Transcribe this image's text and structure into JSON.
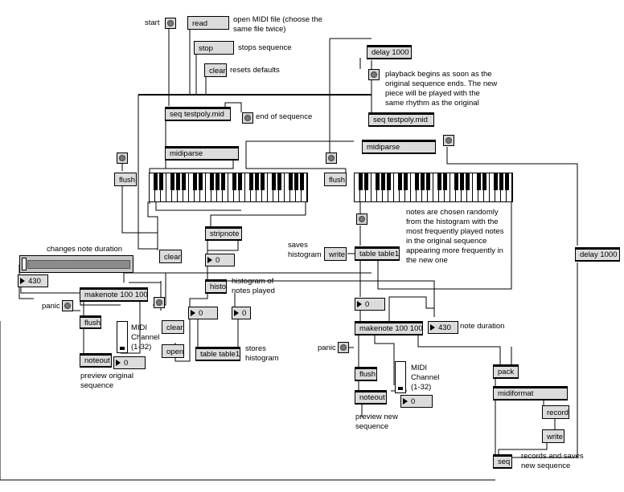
{
  "objects": {
    "seq1": "seq testpoly.mid",
    "seq2": "seq testpoly.mid",
    "midiparse1": "midiparse",
    "midiparse2": "midiparse",
    "read": "read",
    "stop": "stop",
    "clear_top": "clear",
    "delay_top": "delay 1000",
    "delay_right": "delay 1000",
    "flush1": "flush",
    "flush2": "flush",
    "flush3": "flush",
    "flush4": "flush",
    "stripnote": "stripnote",
    "clear_mid": "clear",
    "clear_histo": "clear",
    "histo": "histo",
    "table_left": "table table1",
    "table_right": "table table1",
    "open": "open",
    "write_hist": "write",
    "makenote1": "makenote 100 100",
    "makenote2": "makenote 100 100",
    "noteout1": "noteout",
    "noteout2": "noteout",
    "pack": "pack",
    "midiformat": "midiformat",
    "record": "record",
    "write_seq": "write",
    "seq3": "seq"
  },
  "numbers": {
    "dur_left": "430",
    "dur_right": "430",
    "stripnote_out": "0",
    "histo_out1": "0",
    "histo_out2": "0",
    "table_out": "0",
    "chan_left": "0",
    "chan_right": "0"
  },
  "levels": {
    "duration_slider": 0.0,
    "channel_slider_left": 0.1,
    "channel_slider_right": 0.1
  },
  "comments": {
    "start": "start",
    "open_midi": "open MIDI file (choose the same file twice)",
    "stops": "stops sequence",
    "resets": "resets defaults",
    "end_seq": "end of sequence",
    "playback": "playback begins as soon as the original sequence ends. The new piece will be played with the same rhythm as the original",
    "notes_chosen": "notes are chosen randomly from the histogram with the most frequently played notes in the original sequence appearing more frequently in the new one",
    "saves_hist": "saves histogram",
    "changes_dur": "changes note duration",
    "histogram_of": "histogram of notes played",
    "stores_hist": "stores histogram",
    "panic_left": "panic",
    "panic_right": "panic",
    "midi_ch_left": "MIDI Channel (1-32)",
    "midi_ch_right": "MIDI Channel (1-32)",
    "preview_orig": "preview original sequence",
    "preview_new": "preview new sequence",
    "note_duration": "note duration",
    "records_saves": "records and saves new sequence"
  }
}
